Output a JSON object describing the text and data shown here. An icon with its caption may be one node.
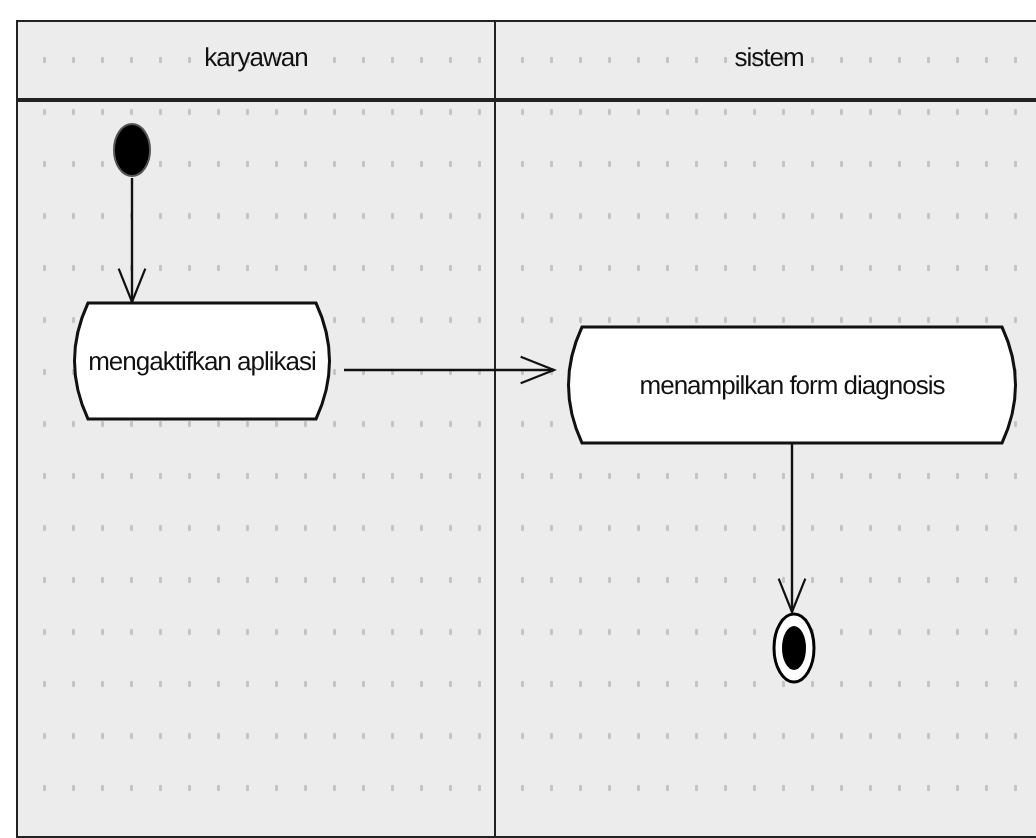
{
  "diagram": {
    "nodes": [
      {
        "text": [
          "karyawan"
        ]
      },
      {
        "text": [
          "sistem"
        ]
      },
      {
        "text": [],
        "shape": "circle",
        "in": 0
      },
      {
        "text": [
          "mengaktifkan aplikasi"
        ],
        "in": 0
      },
      {
        "text": [
          "menampilkan form diagnosis"
        ],
        "in": 1
      },
      {
        "text": [],
        "shape": "circle",
        "in": 1
      }
    ],
    "edges": [
      {
        "from": 2,
        "to": 3,
        "arrow": "to"
      },
      {
        "from": 3,
        "to": 4,
        "arrow": "to"
      },
      {
        "from": 4,
        "to": 5,
        "arrow": "to"
      }
    ]
  }
}
